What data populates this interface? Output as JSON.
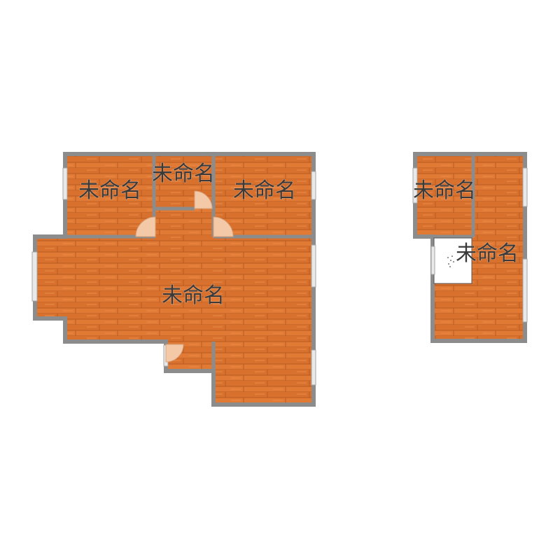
{
  "colors": {
    "wall": "#8c8c8c",
    "floor": "#e07a35",
    "floor_dark": "#c8642a",
    "window": "#e9e9e9",
    "door_swing": "#f3c9a8"
  },
  "rooms": [
    {
      "label": "未命名"
    },
    {
      "label": "未命名"
    },
    {
      "label": "未命名"
    },
    {
      "label": "未命名"
    },
    {
      "label": "未命名"
    },
    {
      "label": "未命名"
    }
  ]
}
